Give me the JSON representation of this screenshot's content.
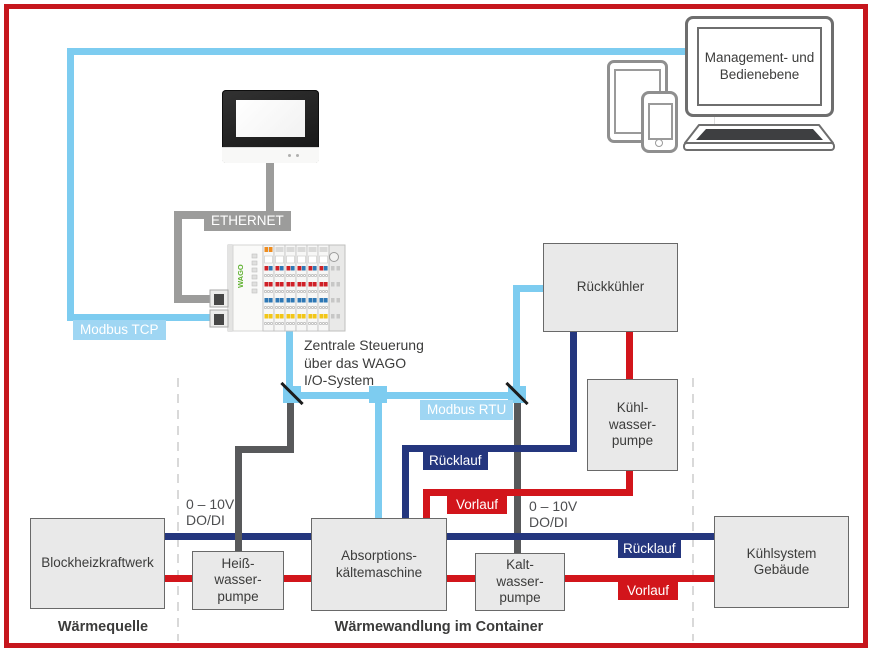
{
  "colors": {
    "light_blue": "#7dccf0",
    "label_blue": "#9fd6f3",
    "navy": "#24367e",
    "red": "#d2151b",
    "frame_red": "#c6161d",
    "ethernet_gray": "#9c9c9b",
    "signal_gray": "#58595b",
    "box_fill": "#e9e9e9",
    "box_border": "#696969",
    "text": "#3c3c3b"
  },
  "management": {
    "line1": "Management- und",
    "line2": "Bedienebene"
  },
  "network_labels": {
    "ethernet": "ETHERNET",
    "modbus_tcp": "Modbus TCP",
    "modbus_rtu": "Modbus RTU"
  },
  "controller_caption": {
    "line1": "Zentrale Steuerung",
    "line2": "über das WAGO",
    "line3": "I/O-System"
  },
  "wago_logo": "WAGO",
  "boxes": {
    "rueckkuehler": {
      "line1": "Rückkühler"
    },
    "kuehlwasserpumpe": {
      "line1": "Kühl-",
      "line2": "wasser-",
      "line3": "pumpe"
    },
    "blockheizkraftwerk": {
      "line1": "Blockheizkraftwerk"
    },
    "heisswasserpumpe": {
      "line1": "Heiß-",
      "line2": "wasser-",
      "line3": "pumpe"
    },
    "absorptionskaeltemaschine": {
      "line1": "Absorptions-",
      "line2": "kältemaschine"
    },
    "kaltwasserpumpe": {
      "line1": "Kalt-",
      "line2": "wasser-",
      "line3": "pumpe"
    },
    "kuehlsystem_gebaeude": {
      "line1": "Kühlsystem",
      "line2": "Gebäude"
    }
  },
  "flow_labels": {
    "ruecklauf_mid": "Rücklauf",
    "vorlauf_mid": "Vorlauf",
    "ruecklauf_right": "Rücklauf",
    "vorlauf_right": "Vorlauf"
  },
  "signal_labels": {
    "left": {
      "line1": "0 – 10V",
      "line2": "DO/DI"
    },
    "right": {
      "line1": "0 – 10V",
      "line2": "DO/DI"
    }
  },
  "section_captions": {
    "waermequelle": "Wärmequelle",
    "waermewandlung": "Wärmewandlung im Container"
  }
}
